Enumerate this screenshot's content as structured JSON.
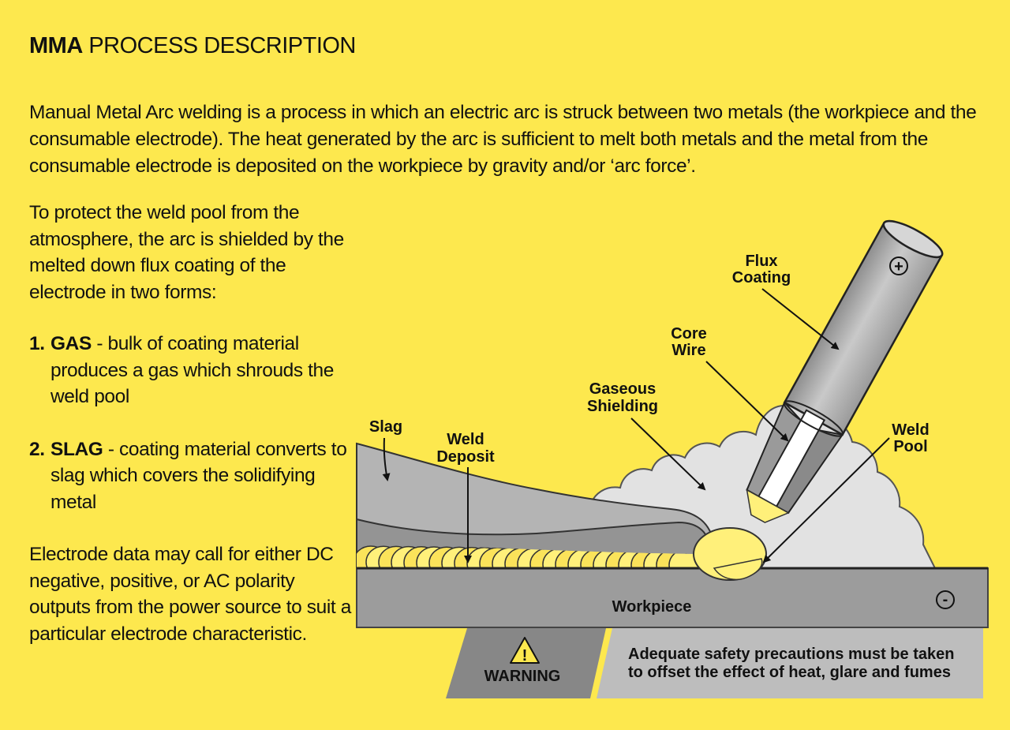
{
  "title": {
    "bold": "MMA",
    "rest": " PROCESS DESCRIPTION"
  },
  "intro": "Manual Metal Arc welding is a process in which an electric arc is struck between two metals (the workpiece and the consumable electrode). The heat generated by the arc is sufficient to melt both metals and the metal from the consumable electrode is deposited on the workpiece by gravity and/or ‘arc force’.",
  "protect": "To protect the weld pool from the atmosphere, the arc is shielded by the melted down flux coating of the electrode in two forms:",
  "items": [
    {
      "num": "1.",
      "keyword": "GAS",
      "text": " - bulk of coating material produces a gas which shrouds the weld pool"
    },
    {
      "num": "2.",
      "keyword": "SLAG",
      "text": " - coating material converts to slag which covers the solidifying metal"
    }
  ],
  "electrode": "Electrode data may call for either DC negative, positive, or AC polarity outputs from the power source to suit a particular electrode characteristic.",
  "diagram": {
    "labels": {
      "flux_1": "Flux",
      "flux_2": "Coating",
      "core_1": "Core",
      "core_2": "Wire",
      "gas_1": "Gaseous",
      "gas_2": "Shielding",
      "slag": "Slag",
      "deposit_1": "Weld",
      "deposit_2": "Deposit",
      "pool_1": "Weld",
      "pool_2": "Pool",
      "workpiece": "Workpiece",
      "plus": "+",
      "minus": "-"
    },
    "warning": {
      "icon_mark": "!",
      "label": "WARNING",
      "line1": "Adequate safety precautions must be taken",
      "line2": "to offset the effect of heat, glare and fumes"
    },
    "colors": {
      "background": "#fde84e",
      "workpiece": "#9c9c9c",
      "slag": "#b4b4b4",
      "weld_deposit": "#949494",
      "shielding": "#e2e2e2",
      "electrode": "#b1b1b1",
      "core_wire": "#ffffff",
      "weld_pool": "#fff07a",
      "warning_box": "#878787",
      "warning_text_box": "#bdbdbd"
    }
  }
}
